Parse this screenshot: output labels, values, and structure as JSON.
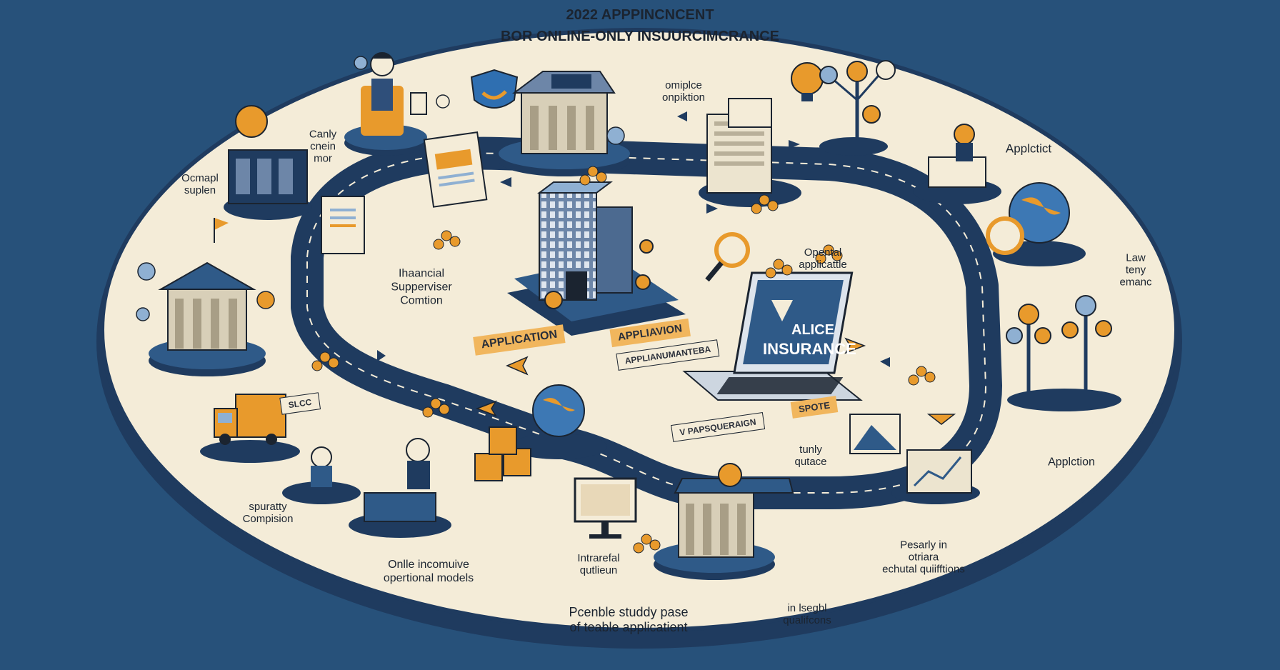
{
  "title": {
    "line1": "2022 APPPINCNCENT",
    "line2": "BOR ONLINE-ONLY INSUURCIMCRANCE"
  },
  "labels": {
    "canly": "Canly\ncnein\nmor",
    "ocmapl": "Ocmapl\nsuplen",
    "omiplce": "omiplce\nonpiktion",
    "applctict": "Applctict",
    "law": "Law\nteny\nemanc",
    "financial": "Ihaancial\nSupperviser\nComtion",
    "opental": "Opental\napplicattle",
    "application_right": "Applction",
    "spuratty": "spuratty\nCompision",
    "onlie": "Onlle incomuive\nopertional models",
    "intrarefal": "Intrarefal\nqutlieun",
    "tunly": "tunly\nqutace",
    "pesarly": "Pesarly in\notriara\nechutal quiifftions",
    "inlsegbl": "in lsegbl\nqualifcons",
    "pcenble": "Pcenble studdy pase\nof teable applicatient"
  },
  "tags": {
    "application_left": "APPLICATION",
    "application_center": "APPLIAVION",
    "sub_center": "APPLIANUMANTEBA",
    "spote": "SPOTE",
    "sign_small": "SLCC",
    "sign_bottom": "V PAPSQUERAIGN"
  },
  "laptop": {
    "line1": "ALICE",
    "line2": "INSURANCE"
  },
  "colors": {
    "background": "#27517a",
    "platter": "#f4ecd8",
    "platter_edge": "#1f3b5f",
    "navy": "#1f3b5f",
    "accent_orange": "#e89a2c",
    "building": "#6d86a8"
  }
}
